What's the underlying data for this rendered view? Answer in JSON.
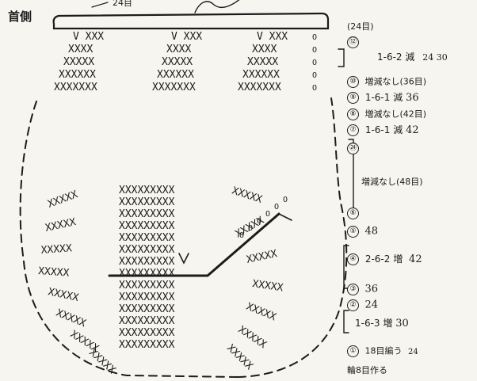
{
  "diagram": {
    "neck_title": "首側",
    "neck_count": "24目",
    "rows": [
      {
        "id": "row-header",
        "mark": "",
        "text": "(24目)",
        "note": ""
      },
      {
        "id": "row-12",
        "mark": "⑫",
        "text": "",
        "note": ""
      },
      {
        "id": "row-11-10",
        "mark": "",
        "text": "1-6-2 減",
        "note": "24 30"
      },
      {
        "id": "row-10",
        "mark": "⑩",
        "text": "増減なし(36目)",
        "note": ""
      },
      {
        "id": "row-9",
        "mark": "⑨",
        "text": "1-6-1 減",
        "note": "36"
      },
      {
        "id": "row-8",
        "mark": "⑧",
        "text": "増減なし(42目)",
        "note": ""
      },
      {
        "id": "row-7",
        "mark": "⑦",
        "text": "1-6-1 減",
        "note": "42"
      },
      {
        "id": "row-24",
        "mark": "㉔",
        "text": "",
        "note": ""
      },
      {
        "id": "row-plain",
        "mark": "",
        "text": "増減なし(48目)",
        "note": ""
      },
      {
        "id": "row-6",
        "mark": "⑥",
        "text": "",
        "note": ""
      },
      {
        "id": "row-5",
        "mark": "⑤",
        "text": "",
        "note": "48"
      },
      {
        "id": "row-4",
        "mark": "④",
        "text": "2-6-2 増",
        "note": "42"
      },
      {
        "id": "row-3",
        "mark": "③",
        "text": "",
        "note": "36"
      },
      {
        "id": "row-2",
        "mark": "②",
        "text": "",
        "note": "24"
      },
      {
        "id": "row-1a",
        "mark": "",
        "text": "1-6-3 増",
        "note": "30"
      },
      {
        "id": "row-1",
        "mark": "①",
        "text": "18目編う",
        "note": "24"
      },
      {
        "id": "row-start",
        "mark": "",
        "text": "輪8目作る",
        "note": ""
      }
    ]
  }
}
